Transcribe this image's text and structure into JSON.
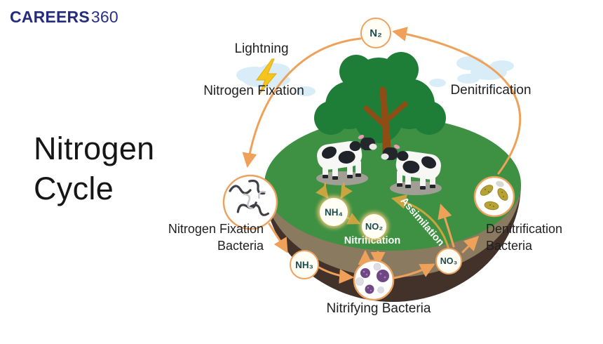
{
  "brand": {
    "bold": "CAREERS",
    "light": "360"
  },
  "title": {
    "line1": "Nitrogen",
    "line2": "Cycle"
  },
  "stages": {
    "lightning": "Lightning",
    "nitrogen_fixation": "Nitrogen Fixation",
    "denitrification": "Denitrification",
    "nitrification": "Nitrification",
    "assimilation": "Assimilation"
  },
  "organisms": {
    "fixation_bacteria_line1": "Nitrogen Fixation",
    "fixation_bacteria_line2": "Bacteria",
    "denitrification_bacteria_line1": "Denitrification",
    "denitrification_bacteria_line2": "Bacteria",
    "nitrifying_bacteria": "Nitrifying Bacteria"
  },
  "molecules": {
    "n2": "N₂",
    "nh4": "NH₄",
    "no2": "NO₂",
    "nh3": "NH₃",
    "no3": "NO₃"
  },
  "icons": {
    "lightning-icon": "⚡",
    "cloud-icon": "☁",
    "tree-icon": "🌳",
    "cow-icon": "🐄",
    "fixation-bacteria-icon": "spiral squiggle microbes",
    "nitrifying-bacteria-icon": "purple cocci clusters",
    "denitrifying-bacteria-icon": "olive bacilli beans"
  },
  "colors": {
    "brand_navy": "#262C7C",
    "accent_orange": "#F0A159",
    "circle_border_orange": "#ECA25F",
    "olive_arrow": "#C9A43F",
    "island_green": "#3E9142",
    "soil_light": "#8A7A5F",
    "soil_dark": "#42322A",
    "canopy_green": "#1E7D36",
    "trunk_brown": "#8F4D15",
    "cloud_blue": "#D8EDF8",
    "lightning_yellow": "#F3C51D",
    "molecule_text": "#1A4B4D",
    "label_dark": "#1F1F1F",
    "white": "#FFFFFF"
  }
}
